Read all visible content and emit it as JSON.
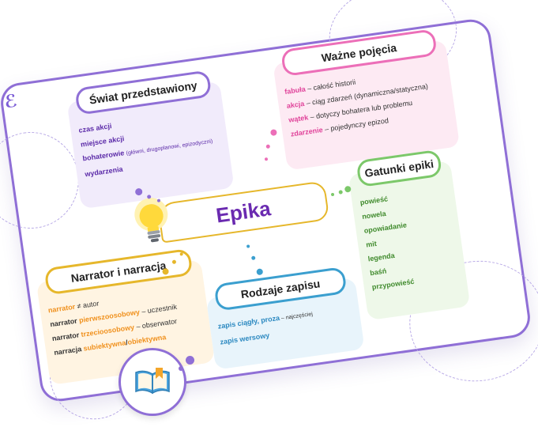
{
  "brand_mark": "ℰ",
  "center": {
    "title": "Epika"
  },
  "swiat": {
    "title": "Świat przedstawiony",
    "items": [
      "czas akcji",
      "miejsce akcji",
      "bohaterowie",
      "(główni, drugoplanowi, epizodyczni)",
      "wydarzenia"
    ]
  },
  "wazne": {
    "title": "Ważne pojęcia",
    "rows": [
      {
        "term": "fabuła",
        "def": " – całość historii"
      },
      {
        "term": "akcja",
        "def": " – ciąg zdarzeń (dynamiczna/statyczna)"
      },
      {
        "term": "wątek",
        "def": " – dotyczy bohatera lub problemu"
      },
      {
        "term": "zdarzenie",
        "def": " – pojedynczy epizod"
      }
    ]
  },
  "gatunki": {
    "title": "Gatunki epiki",
    "items": [
      "powieść",
      "nowela",
      "opowiadanie",
      "mit",
      "legenda",
      "baśń",
      "przypowieść"
    ]
  },
  "narrator": {
    "title": "Narrator i narracja",
    "r1a": "narrator",
    "r1b": " ≠ autor",
    "r2a": "narrator ",
    "r2b": "pierwszoosobowy",
    "r2c": " – uczestnik",
    "r3a": "narrator ",
    "r3b": "trzecioosobowy",
    "r3c": " – obserwator",
    "r4a": "narracja ",
    "r4b": "subiektywna",
    "r4c": "/",
    "r4d": "obiektywna"
  },
  "zapis": {
    "title": "Rodzaje zapisu",
    "r1a": "zapis ciągły, proza",
    "r1b": " – najczęściej",
    "r2": "zapis wersowy"
  },
  "colors": {
    "purple": "#8f6fd6",
    "pink": "#ec6fb8",
    "green": "#7cc86a",
    "yellow": "#e6b72b",
    "blue": "#3b9fcf"
  },
  "icons": [
    "lightbulb-icon",
    "open-book-icon"
  ]
}
